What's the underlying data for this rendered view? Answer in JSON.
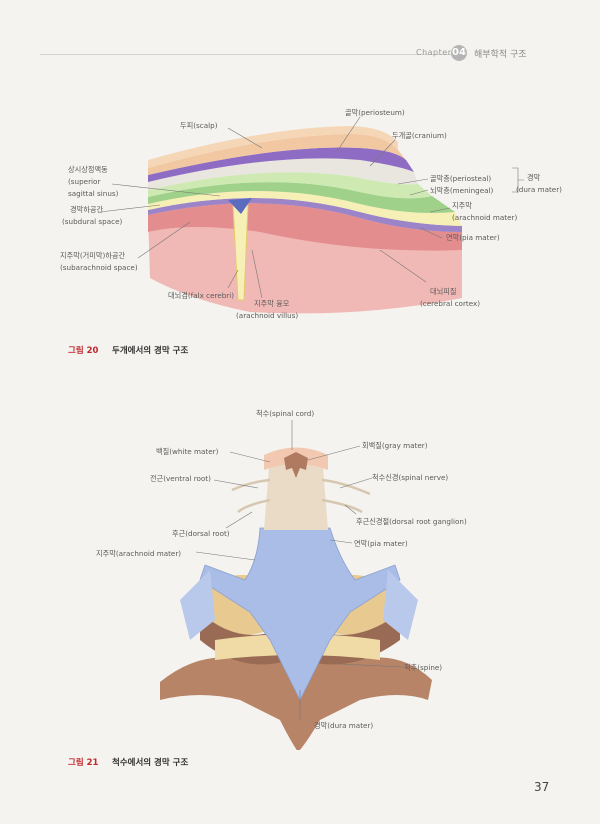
{
  "header": {
    "chapter_label": "Chapter",
    "chapter_number": "04",
    "chapter_title": "해부학적 구조"
  },
  "figure20": {
    "caption_number": "그림 20",
    "caption_text": "두개에서의 경막 구조",
    "labels": {
      "scalp": "두피(scalp)",
      "periosteum": "골막(periosteum)",
      "cranium": "두개골(cranium)",
      "sss_ko": "상시상정맥동",
      "sss_en1": "(superior",
      "sss_en2": "sagittal sinus)",
      "periosteal": "골막층(periosteal)",
      "meningeal": "뇌막층(meningeal)",
      "dura_ko": "경막",
      "dura_en": "(dura mater)",
      "arachnoid_ko": "지주막",
      "arachnoid_en": "(arachnoid mater)",
      "subdural_ko": "경막하공간",
      "subdural_en": "(subdural space)",
      "pia": "연막(pia mater)",
      "subarach_ko": "지주막(거미막)하공간",
      "subarach_en": "(subarachnoid space)",
      "falx": "대뇌겸(falx cerebri)",
      "villus_ko": "지주막 융모",
      "villus_en": "(arachnoid villus)",
      "cortex_ko": "대뇌피질",
      "cortex_en": "(cerebral cortex)"
    }
  },
  "figure21": {
    "caption_number": "그림 21",
    "caption_text": "척수에서의 경막 구조",
    "labels": {
      "spinal_cord": "척수(spinal cord)",
      "white_mater": "백질(white mater)",
      "gray_mater": "회백질(gray mater)",
      "ventral_root": "전근(ventral root)",
      "spinal_nerve": "척수신경(spinal nerve)",
      "dorsal_ganglion": "후근신경절(dorsal root ganglion)",
      "dorsal_root": "후근(dorsal root)",
      "pia": "연막(pia mater)",
      "arachnoid": "지주막(arachnoid mater)",
      "spine": "척추(spine)",
      "dura": "경막(dura mater)"
    }
  },
  "page_number": "37"
}
